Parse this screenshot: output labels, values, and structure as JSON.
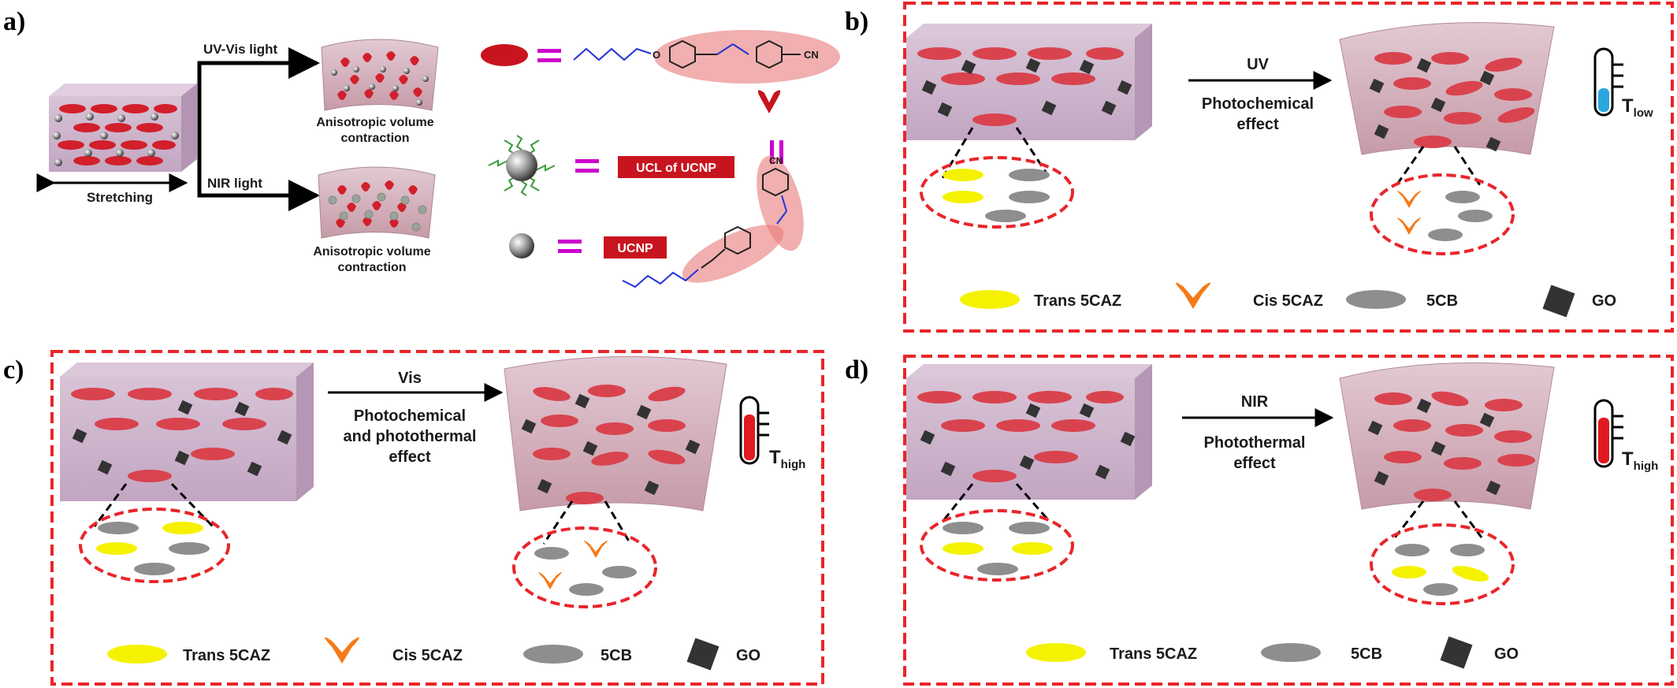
{
  "panel_a": {
    "label": "a)",
    "uv_vis_label": "UV-Vis  light",
    "nir_label": "NIR light",
    "contraction_1": [
      "Anisotropic volume",
      "contraction"
    ],
    "contraction_2": [
      "Anisotropic volume",
      "contraction"
    ],
    "stretching_label": "Stretching",
    "ucl_box": "UCL of UCNP",
    "ucnp_box": "UCNP",
    "cn_label": "CN",
    "o_label": "O"
  },
  "panel_b": {
    "label": "b)",
    "arrow_top": "UV",
    "arrow_bottom": [
      "Photochemical",
      "effect"
    ],
    "temp": "T",
    "temp_sub": "low",
    "legend": [
      "Trans 5CAZ",
      "Cis 5CAZ",
      "5CB",
      "GO"
    ]
  },
  "panel_c": {
    "label": "c)",
    "arrow_top": "Vis",
    "arrow_bottom": [
      "Photochemical",
      "and photothermal",
      "effect"
    ],
    "temp": "T",
    "temp_sub": "high",
    "legend": [
      "Trans 5CAZ",
      "Cis 5CAZ",
      "5CB",
      "GO"
    ]
  },
  "panel_d": {
    "label": "d)",
    "arrow_top": "NIR",
    "arrow_bottom": [
      "Photothermal",
      "effect"
    ],
    "temp": "T",
    "temp_sub": "high",
    "legend": [
      "Trans 5CAZ",
      "5CB",
      "GO"
    ]
  },
  "colors": {
    "film": "#cdb3cc",
    "rod": "#d9434e",
    "trans": "#f5f200",
    "cis": "#f57a16",
    "lc": "#8e8e8e",
    "go": "#333333",
    "dash": "#e8262b",
    "accent": "#cc00cc"
  }
}
